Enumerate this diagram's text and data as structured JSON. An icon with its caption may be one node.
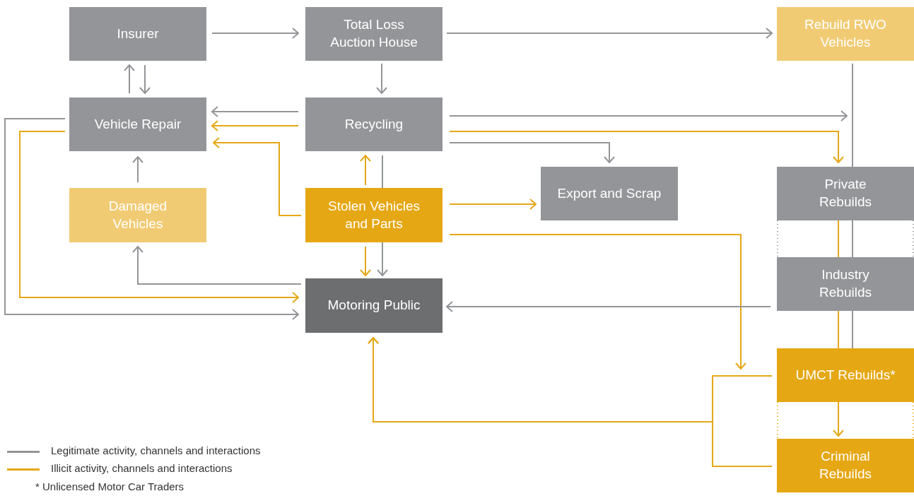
{
  "diagram": {
    "nodes": [
      {
        "text": [
          "Insurer"
        ]
      },
      {
        "text": [
          "Total Loss Auction House"
        ]
      },
      {
        "text": [
          "Rebuild RWO Vehicles"
        ]
      },
      {
        "text": [
          "Vehicle Repair"
        ]
      },
      {
        "text": [
          "Recycling"
        ]
      },
      {
        "text": [
          "Damaged Vehicles"
        ]
      },
      {
        "text": [
          "Stolen Vehicles and Parts"
        ]
      },
      {
        "text": [
          "Export and Scrap"
        ]
      },
      {
        "text": [
          "Private Rebuilds"
        ]
      },
      {
        "text": [
          "Industry Rebuilds"
        ]
      },
      {
        "text": [
          "Motoring Public"
        ]
      },
      {
        "text": [
          "UMCT Rebuilds*"
        ]
      },
      {
        "text": [
          "Criminal Rebuilds"
        ]
      }
    ],
    "edges": [
      {
        "from": 0,
        "to": 1,
        "arrow": "to"
      },
      {
        "from": 1,
        "to": 2,
        "arrow": "to"
      },
      {
        "from": 1,
        "to": 4,
        "arrow": "to"
      },
      {
        "from": 3,
        "to": 0,
        "arrow": "to"
      },
      {
        "from": 0,
        "to": 3,
        "arrow": "to"
      },
      {
        "from": 4,
        "to": 3,
        "arrow": "to"
      },
      {
        "from": 4,
        "to": 3,
        "arrow": "to",
        "color": "#e6a817"
      },
      {
        "from": 6,
        "to": 3,
        "arrow": "to",
        "color": "#e6a817"
      },
      {
        "from": 5,
        "to": 3,
        "arrow": "to"
      },
      {
        "from": 4,
        "to": 8,
        "arrow": "to"
      },
      {
        "from": 4,
        "to": 8,
        "arrow": "to",
        "color": "#e6a817"
      },
      {
        "from": 4,
        "to": 7,
        "arrow": "to"
      },
      {
        "from": 6,
        "to": 4,
        "arrow": "to",
        "color": "#e6a817"
      },
      {
        "from": 4,
        "to": 6,
        "arrow": "none"
      },
      {
        "from": 6,
        "to": 10,
        "arrow": "to"
      },
      {
        "from": 6,
        "to": 10,
        "arrow": "to",
        "color": "#e6a817"
      },
      {
        "from": 6,
        "to": 7,
        "arrow": "to",
        "color": "#e6a817"
      },
      {
        "from": 6,
        "to": 11,
        "arrow": "to",
        "color": "#e6a817"
      },
      {
        "from": 10,
        "to": 5,
        "arrow": "to"
      },
      {
        "from": 3,
        "to": 10,
        "arrow": "to",
        "color": "#e6a817"
      },
      {
        "from": 3,
        "to": 10,
        "arrow": "to"
      },
      {
        "from": 9,
        "to": 10,
        "arrow": "to"
      },
      {
        "from": 11,
        "to": 10,
        "arrow": "to",
        "color": "#e6a817"
      },
      {
        "from": 12,
        "to": 10,
        "arrow": "to",
        "color": "#e6a817"
      },
      {
        "from": 11,
        "to": 12,
        "arrow": "to",
        "color": "#e6a817"
      },
      {
        "from": 2,
        "to": 8,
        "arrow": "none"
      },
      {
        "from": 8,
        "to": 9,
        "arrow": "none"
      },
      {
        "from": 9,
        "to": 11,
        "arrow": "none"
      },
      {
        "from": 8,
        "to": 9,
        "arrow": "none",
        "color": "#e6a817"
      },
      {
        "from": 9,
        "to": 11,
        "arrow": "none",
        "color": "#e6a817"
      }
    ],
    "labels": [
      "* Unlicensed Motor Car Traders"
    ],
    "legend": [
      {
        "text": "Legitimate activity, channels and interactions",
        "color": "#939598"
      },
      {
        "text": "Illicit activity, channels and interactions",
        "color": "#e6a817"
      }
    ]
  }
}
